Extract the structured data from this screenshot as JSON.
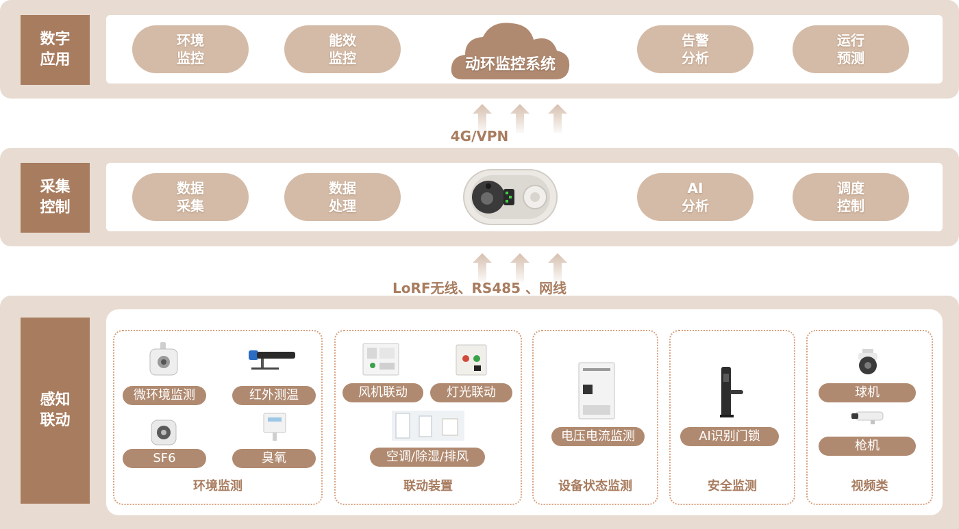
{
  "tiers": {
    "app": {
      "label": "数字\n应用",
      "pills": [
        "环境\n监控",
        "能效\n监控",
        "告警\n分析",
        "运行\n预测"
      ],
      "center": "动环监控系统"
    },
    "control": {
      "label": "采集\n控制",
      "pills": [
        "数据\n采集",
        "数据\n处理",
        "AI\n分析",
        "调度\n控制"
      ]
    },
    "sense": {
      "label": "感知\n联动",
      "groups": [
        {
          "title": "环境监测",
          "items": [
            "微环境监测",
            "红外测温",
            "SF6",
            "臭氧"
          ]
        },
        {
          "title": "联动装置",
          "items": [
            "风机联动",
            "灯光联动",
            "空调/除湿/排风"
          ]
        },
        {
          "title": "设备状态监测",
          "items": [
            "电压电流监测"
          ]
        },
        {
          "title": "安全监测",
          "items": [
            "AI识别门锁"
          ]
        },
        {
          "title": "视频类",
          "items": [
            "球机",
            "枪机"
          ]
        }
      ]
    }
  },
  "connections": {
    "top": "4G/VPN",
    "middle": "LoRF无线、RS485 、网线"
  },
  "colors": {
    "tier_bg": "#e8dcd2",
    "label_bg": "#a87c5f",
    "pill_bg": "#d4bba7",
    "tag_bg": "#b08a70",
    "accent_text": "#a87c5f"
  }
}
